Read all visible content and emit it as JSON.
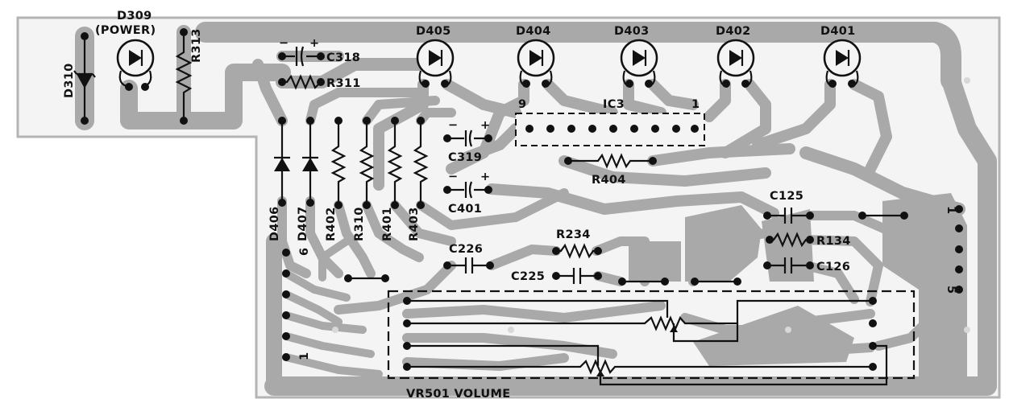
{
  "board": {
    "colors": {
      "substrate": "#ffffff",
      "copper": "#a9a9a9",
      "ink": "#111111",
      "outline": "#b4b4b4"
    }
  },
  "labels": {
    "d309": "D309",
    "power": "(POWER)",
    "d310": "D310",
    "r313": "R313",
    "c318": "C318",
    "r311": "R311",
    "d405": "D405",
    "d404": "D404",
    "d403": "D403",
    "d402": "D402",
    "d401": "D401",
    "ic3": "IC3",
    "ic3_pin9": "9",
    "ic3_pin1": "1",
    "c319": "C319",
    "c401": "C401",
    "r404": "R404",
    "d406": "D406",
    "d407": "D407",
    "r402": "R402",
    "r310": "R310",
    "r401": "R401",
    "r403": "R403",
    "c226": "C226",
    "r234": "R234",
    "c225": "C225",
    "c125": "C125",
    "r134": "R134",
    "c126": "C126",
    "conn_left_6": "6",
    "conn_left_1": "1",
    "conn_right_1": "1",
    "conn_right_5": "5",
    "vr501": "VR501 VOLUME",
    "minus": "−",
    "plus": "+"
  }
}
